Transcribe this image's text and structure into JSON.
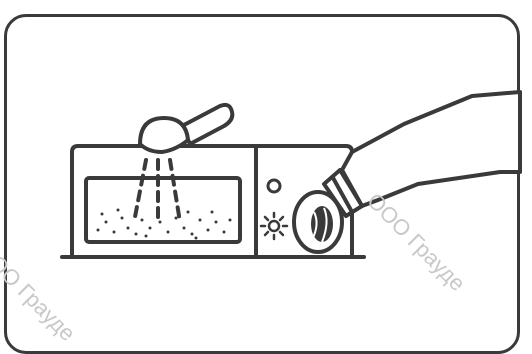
{
  "watermark": {
    "left_text": "ООО Грауде",
    "right_text": "ООО Грауде"
  },
  "colors": {
    "stroke": "#3a3a3a",
    "background": "#ffffff",
    "watermark": "#c8c8c8"
  },
  "icons": [
    "dispenser-illustration",
    "powder-scoop-icon",
    "bottle-icon",
    "circle-indicator-icon",
    "sun-indicator-icon"
  ]
}
